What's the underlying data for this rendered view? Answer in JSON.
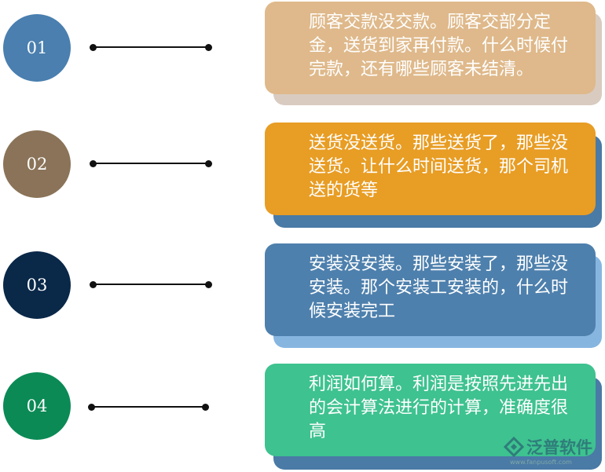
{
  "items": [
    {
      "number": "01",
      "circle_color": "#4a7faf",
      "card_color": "#dfb98b",
      "shadow_color": "#d9cbc0",
      "text": "顾客交款没交款。顾客交部分定金，送货到家再付款。什么时候付完款，还有哪些顾客未结清。"
    },
    {
      "number": "02",
      "circle_color": "#8a7358",
      "card_color": "#e89d24",
      "shadow_color": "#4a7aa6",
      "text": "送货没送货。那些送货了，那些没送货。让什么时间送货，那个司机送的货等"
    },
    {
      "number": "03",
      "circle_color": "#0a2848",
      "card_color": "#4e80ad",
      "shadow_color": "#86b6e0",
      "text": "安装没安装。那些安装了，那些没安装。那个安装工安装的，什么时候安装完工"
    },
    {
      "number": "04",
      "circle_color": "#0b8a55",
      "card_color": "#3ec290",
      "shadow_color": "#4a7aa6",
      "text": "利润如何算。利润是按照先进先出的会计算法进行的计算，准确度很高"
    }
  ],
  "logo": {
    "text": "泛普软件",
    "sub": "www.fanpusoft.com",
    "icon_color": "#2f7d7a"
  }
}
